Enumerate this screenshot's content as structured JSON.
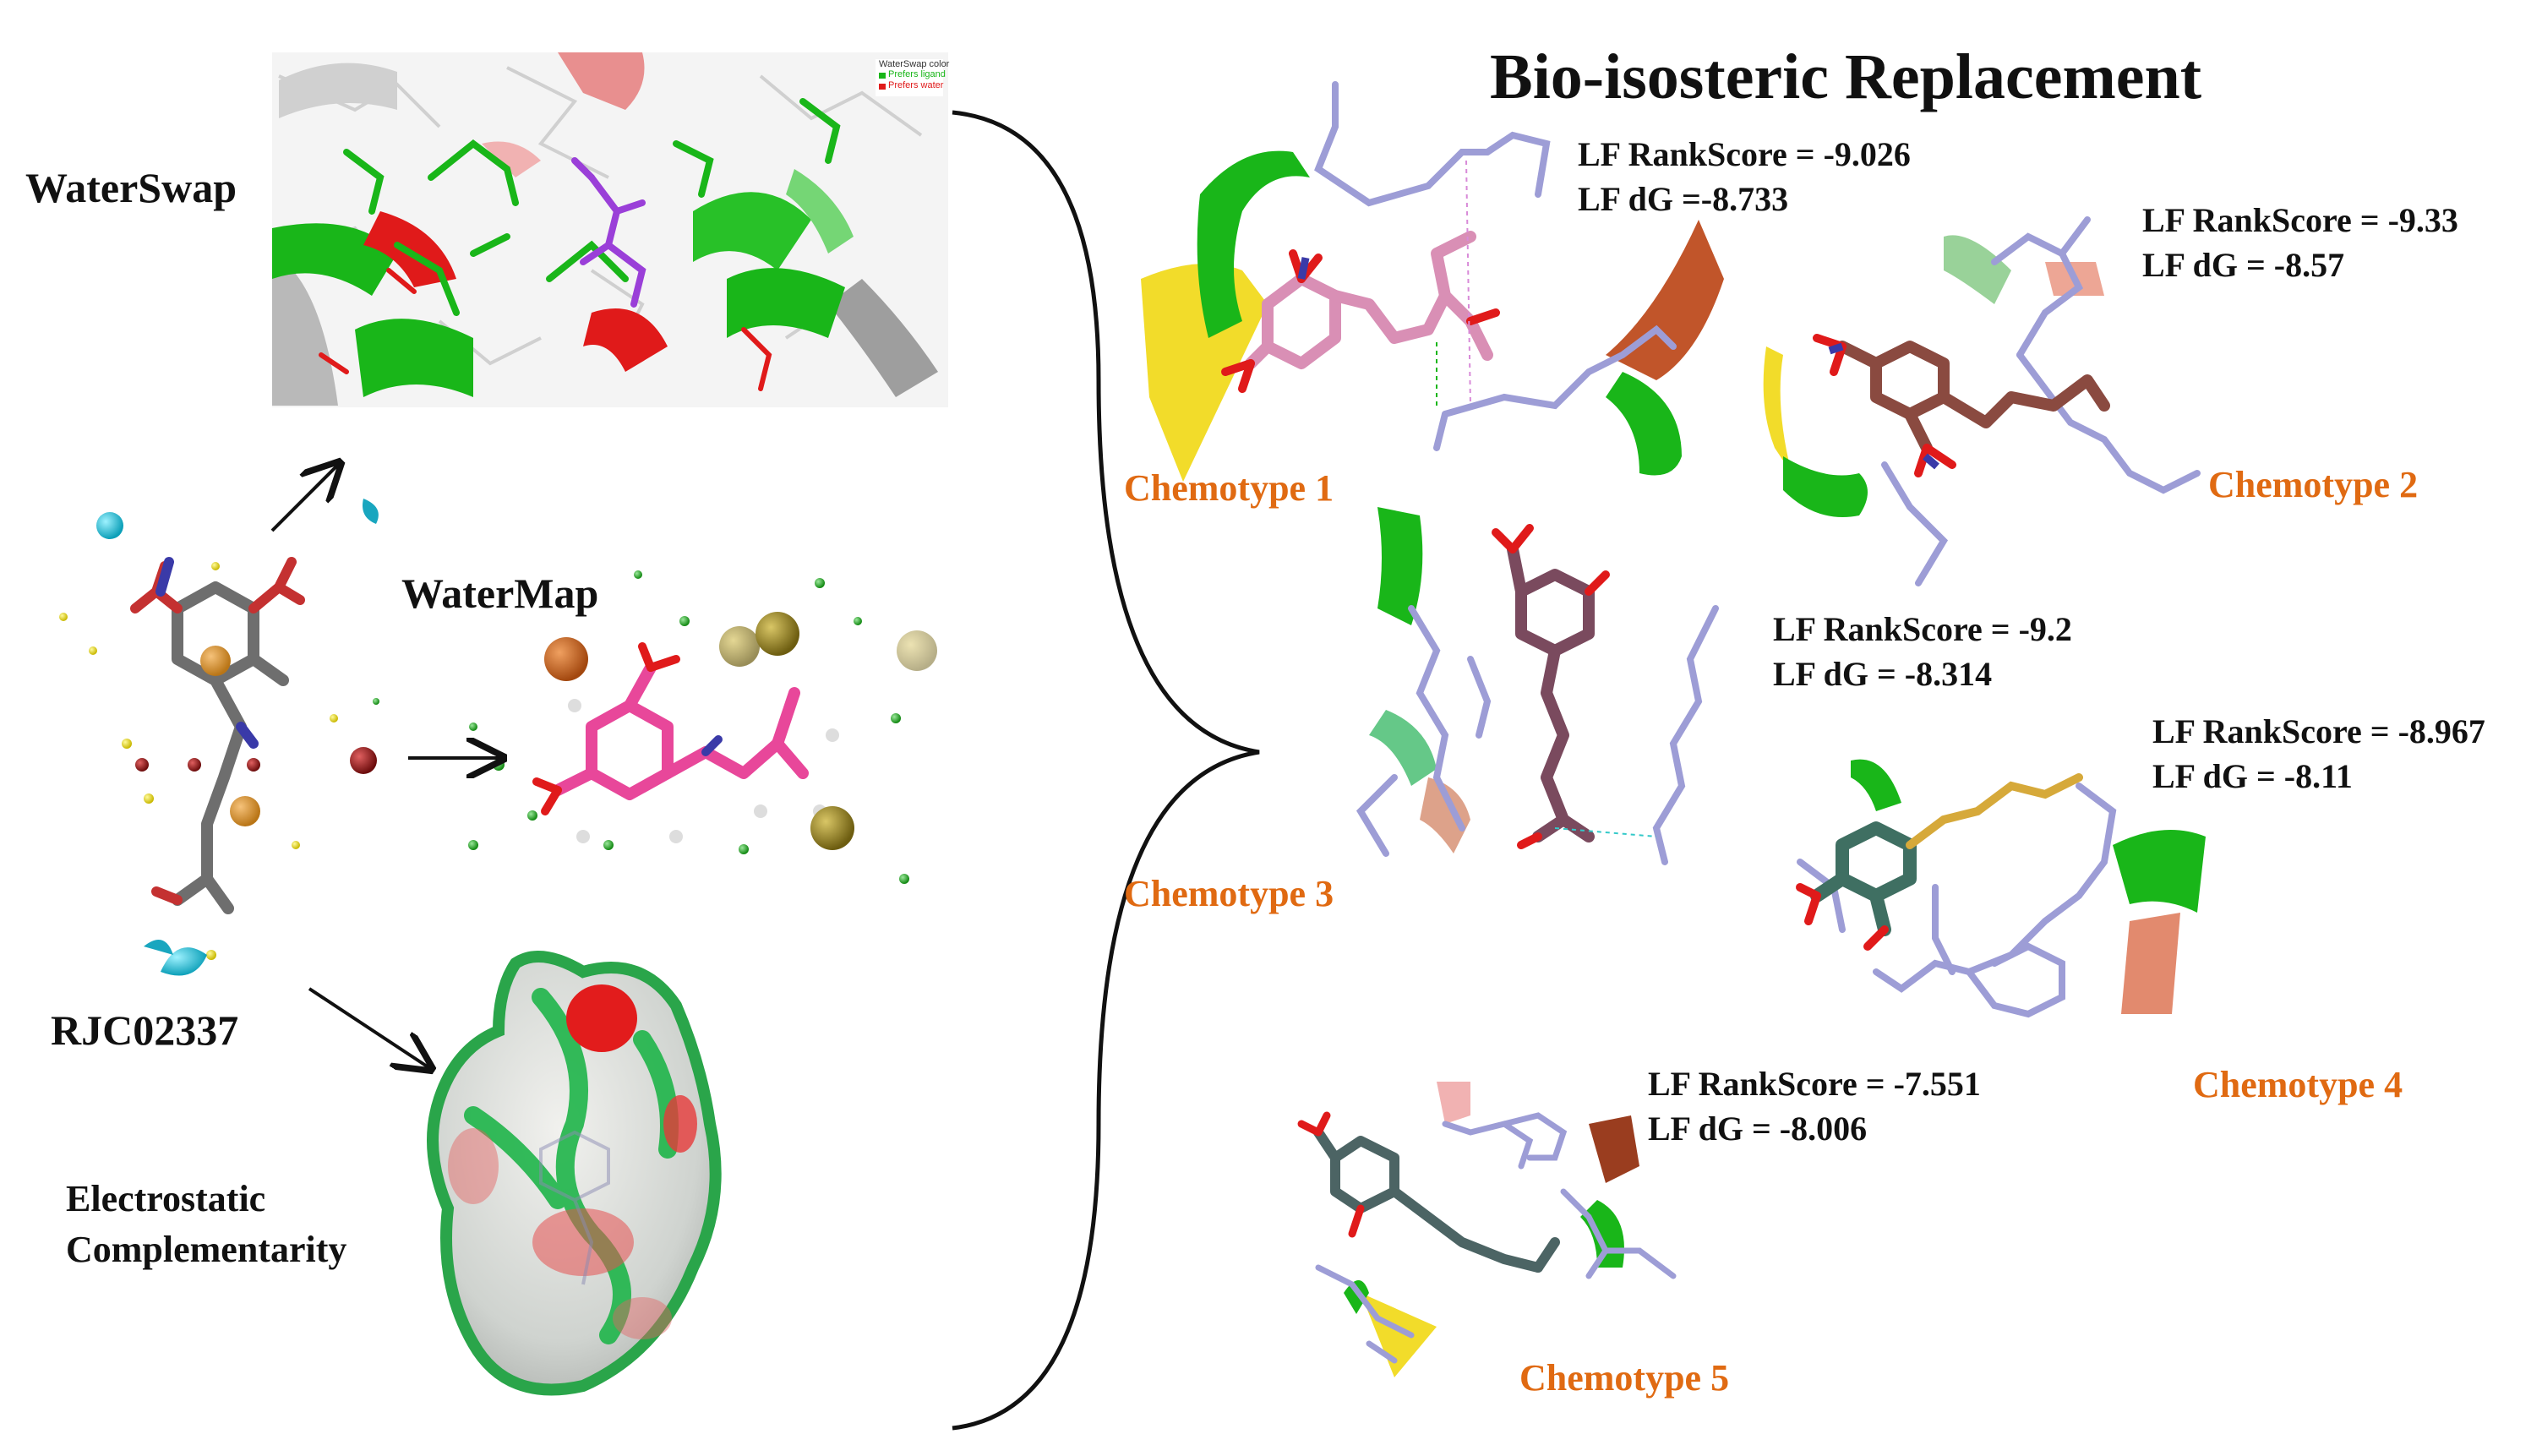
{
  "title": "Bio-isosteric Replacement",
  "methods": {
    "waterswap": "WaterSwap",
    "watermap": "WaterMap",
    "electrostatic_line1": "Electrostatic",
    "electrostatic_line2": "Complementarity"
  },
  "compound": "RJC02337",
  "waterswap_legend": {
    "title": "WaterSwap color",
    "items": [
      {
        "label": "Prefers ligand",
        "color": "#19b619"
      },
      {
        "label": "Prefers water",
        "color": "#e01a1a"
      }
    ]
  },
  "chemotypes": [
    {
      "name": "Chemotype 1",
      "rank_label": "LF RankScore = -9.026",
      "dg_label": "LF dG =-8.733"
    },
    {
      "name": "Chemotype 2",
      "rank_label": "LF RankScore = -9.33",
      "dg_label": "LF dG = -8.57"
    },
    {
      "name": "Chemotype 3",
      "rank_label": "LF RankScore = -9.2",
      "dg_label": "LF dG = -8.314"
    },
    {
      "name": "Chemotype 4",
      "rank_label": "LF RankScore = -8.967",
      "dg_label": "LF dG = -8.11"
    },
    {
      "name": "Chemotype 5",
      "rank_label": "LF RankScore = -7.551",
      "dg_label": "LF dG = -8.006"
    }
  ],
  "colors": {
    "chemotype_label": "#e06a12",
    "ribbon_green": "#19b619",
    "ribbon_red": "#e01a1a",
    "ribbon_orange": "#c1552a",
    "ribbon_yellow": "#f2dc2a",
    "residue_lavender": "#9d9dd6",
    "ligand_pink": "#d98fb5",
    "ligand_brown": "#8a4a40",
    "ligand_mauve": "#7a4a5e",
    "ligand_teal": "#3f6f62",
    "ligand_slate": "#4c6464"
  }
}
